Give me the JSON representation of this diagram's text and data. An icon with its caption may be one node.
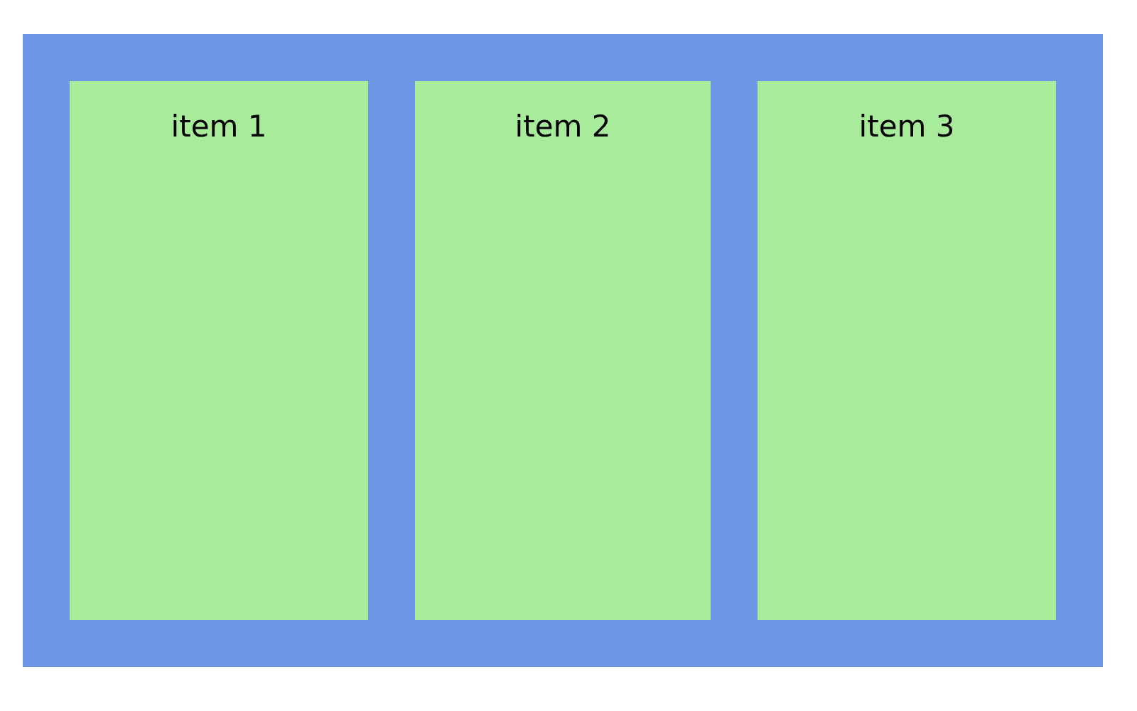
{
  "diagram": {
    "nodes": [
      {
        "text": [],
        "shape": "box"
      },
      {
        "text": [
          "item 1"
        ],
        "in": 0
      },
      {
        "text": [
          "item 2"
        ],
        "in": 0
      },
      {
        "text": [
          "item 3"
        ],
        "in": 0
      }
    ]
  }
}
